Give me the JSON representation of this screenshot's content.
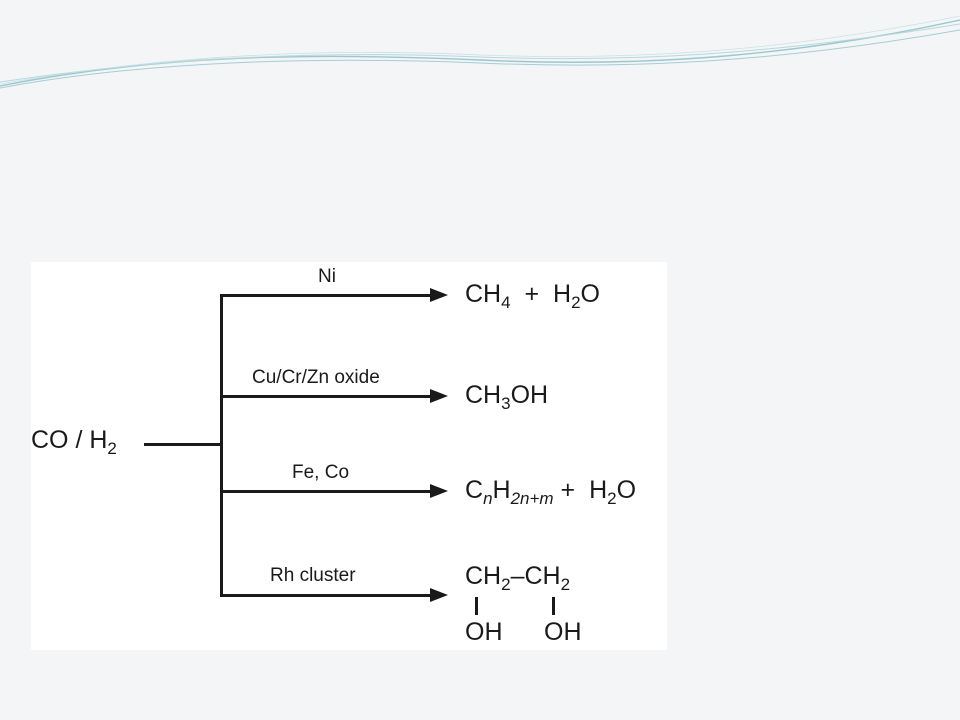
{
  "reactant": {
    "main": "CO / H",
    "sub": "2"
  },
  "branches": [
    {
      "catalyst": "Ni",
      "product": {
        "p1": "CH",
        "s1": "4",
        "plus": "+",
        "p2": "H",
        "s2": "2",
        "p3": "O"
      }
    },
    {
      "catalyst": "Cu/Cr/Zn oxide",
      "product": {
        "p1": "CH",
        "s1": "3",
        "p2": "OH"
      }
    },
    {
      "catalyst": "Fe, Co",
      "product": {
        "p1": "C",
        "s1": "n",
        "p2": "H",
        "s2": "2n+m",
        "plus": "+",
        "p3": "H",
        "s3": "2",
        "p4": "O"
      }
    },
    {
      "catalyst": "Rh cluster",
      "product": {
        "left": "CH",
        "left_sub": "2",
        "dash": "–",
        "right": "CH",
        "right_sub": "2",
        "oh_left": "OH",
        "oh_right": "OH"
      }
    }
  ]
}
